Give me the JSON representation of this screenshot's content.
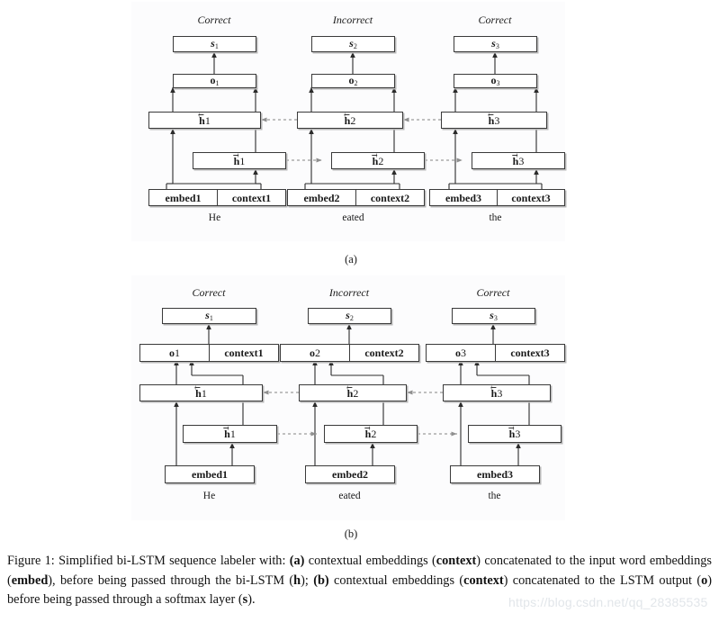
{
  "figure": {
    "number": "Figure 1",
    "subfigure_labels": [
      "(a)",
      "(b)"
    ],
    "column_headings": [
      "Correct",
      "Incorrect",
      "Correct"
    ],
    "word_labels": [
      "He",
      "eated",
      "the"
    ],
    "panel_a": {
      "score_boxes": [
        "s1",
        "s2",
        "s3"
      ],
      "output_boxes": [
        "o1",
        "o2",
        "o3"
      ],
      "backward_hidden_boxes": [
        "h1",
        "h2",
        "h3"
      ],
      "forward_hidden_boxes": [
        "h1",
        "h2",
        "h3"
      ],
      "input_boxes": [
        {
          "left": "embed",
          "left_sub": "1",
          "right": "context",
          "right_sub": "1"
        },
        {
          "left": "embed",
          "left_sub": "2",
          "right": "context",
          "right_sub": "2"
        },
        {
          "left": "embed",
          "left_sub": "3",
          "right": "context",
          "right_sub": "3"
        }
      ]
    },
    "panel_b": {
      "score_boxes": [
        "s1",
        "s2",
        "s3"
      ],
      "output_context_boxes": [
        {
          "left": "o",
          "left_sub": "1",
          "right": "context",
          "right_sub": "1"
        },
        {
          "left": "o",
          "left_sub": "2",
          "right": "context",
          "right_sub": "2"
        },
        {
          "left": "o",
          "left_sub": "3",
          "right": "context",
          "right_sub": "3"
        }
      ],
      "backward_hidden_boxes": [
        "h1",
        "h2",
        "h3"
      ],
      "forward_hidden_boxes": [
        "h1",
        "h2",
        "h3"
      ],
      "embed_boxes": [
        "embed1",
        "embed2",
        "embed3"
      ]
    },
    "symbols": {
      "s": "s",
      "o": "o",
      "h": "h",
      "embed": "embed",
      "context": "context",
      "subscripts": [
        "1",
        "2",
        "3"
      ]
    }
  },
  "caption": {
    "prefix": "Figure 1: Simplified bi-LSTM sequence labeler with: ",
    "part_a_tag": "(a)",
    "part_a_text_1": " contextual embeddings (",
    "part_a_bold_1": "context",
    "part_a_text_2": ") concatenated to the input word embeddings (",
    "part_a_bold_2": "embed",
    "part_a_text_3": "), before being passed through the bi-LSTM (",
    "part_a_bold_3": "h",
    "part_a_text_4": "); ",
    "part_b_tag": "(b)",
    "part_b_text_1": " contextual embeddings (",
    "part_b_bold_1": "context",
    "part_b_text_2": ") concatenated to the LSTM output (",
    "part_b_bold_2": "o",
    "part_b_text_3": ") before being passed through a softmax layer (",
    "part_b_bold_3": "s",
    "part_b_text_4": ")."
  },
  "watermark": {
    "text": "https://blog.csdn.net/qq_28385535"
  },
  "colors": {
    "page_background": "#ffffff",
    "panel_background": "#fcfcfd",
    "box_border": "#3a3a3a",
    "box_shadow": "#b9b9b9",
    "solid_arrow": "#2b2b2b",
    "dashed_arrow": "#9b9b9b",
    "text": "#1a1a1a",
    "watermark": "#e2e6ea"
  }
}
